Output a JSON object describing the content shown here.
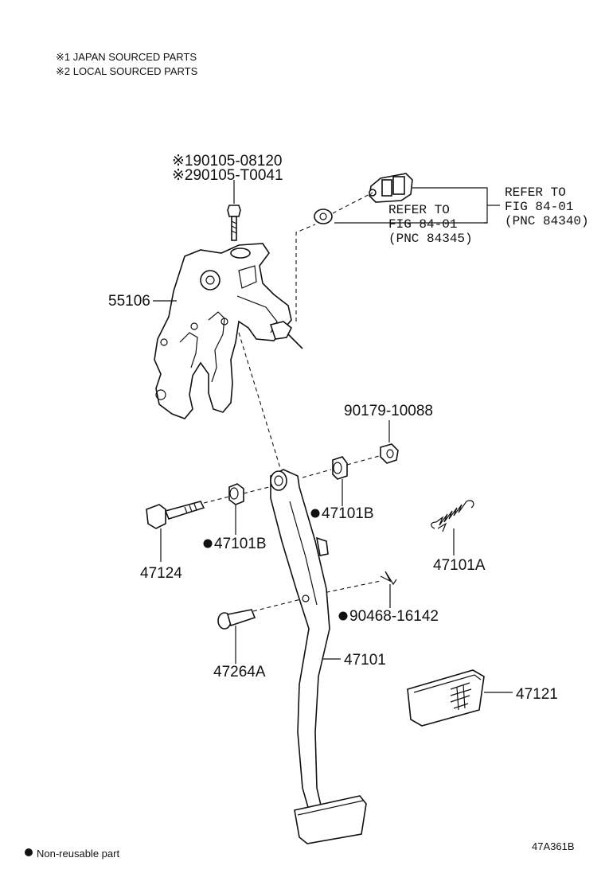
{
  "notes": {
    "japan": "※1 JAPAN SOURCED PARTS",
    "local": "※2 LOCAL SOURCED PARTS",
    "non_reusable": "Non-reusable part",
    "figure_code": "47A361B"
  },
  "labels": {
    "bolt_jp": "※190105-08120",
    "bolt_local": "※290105-T0041",
    "bracket": "55106",
    "switch_refer": [
      "REFER TO",
      "FIG 84-01",
      "(PNC 84340)"
    ],
    "cushion_refer": [
      "REFER TO",
      "FIG 84-01",
      "(PNC 84345)"
    ],
    "nut": "90179-10088",
    "bushing_right": "47101B",
    "bushing_left": "47101B",
    "pivot_bolt": "47124",
    "spring": "47101A",
    "clip": "90468-16142",
    "pin": "47264A",
    "pedal_arm": "47101",
    "pedal_pad": "47121"
  },
  "colors": {
    "ink": "#111111",
    "background": "#ffffff"
  }
}
